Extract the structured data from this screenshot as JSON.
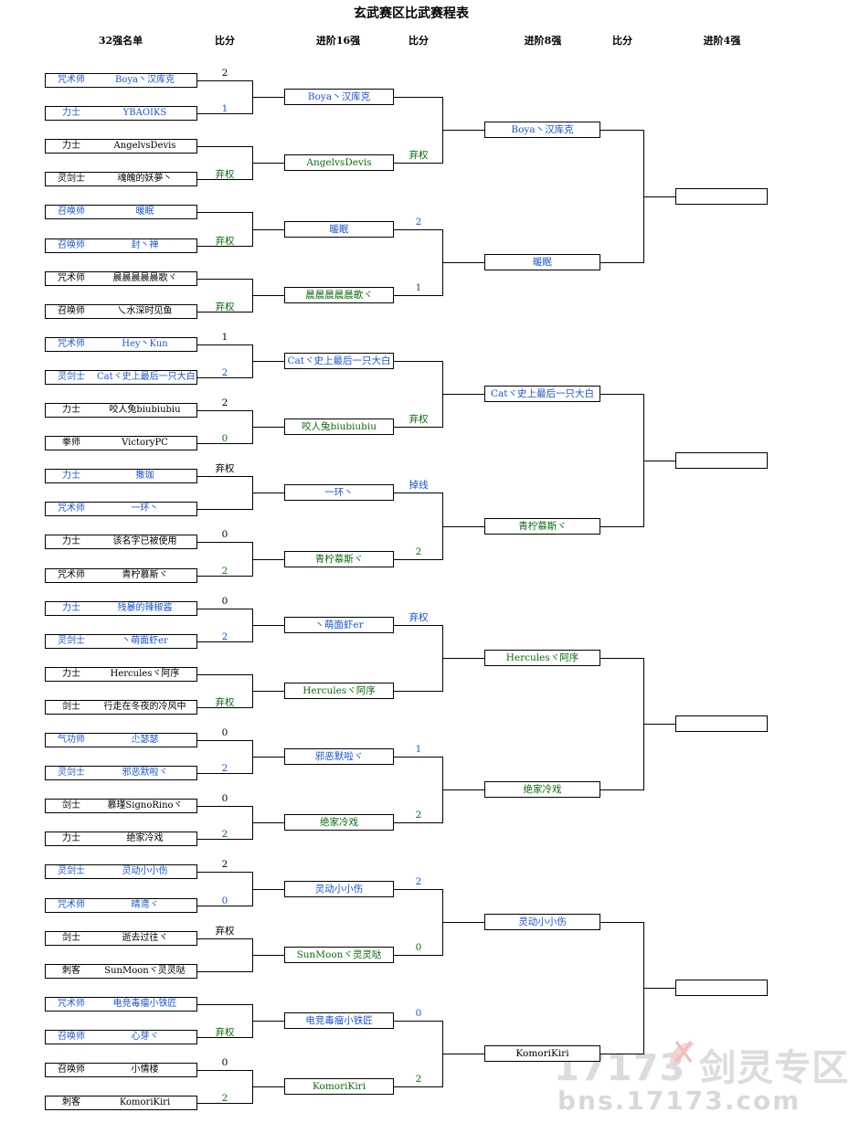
{
  "title": "玄武赛区比武赛程表",
  "headers": [
    "32强名单",
    "比分",
    "进阶16强",
    "比分",
    "进阶8强",
    "比分",
    "进阶4强"
  ],
  "players": [
    {
      "cls": "咒术师",
      "name": "Boya丶汉库克",
      "color": "b"
    },
    {
      "cls": "力士",
      "name": "YBAOIKS",
      "color": "b"
    },
    {
      "cls": "力士",
      "name": "AngelvsDevis",
      "color": "wb"
    },
    {
      "cls": "灵剑士",
      "name": "魂魄的妖夢丶",
      "color": "wb"
    },
    {
      "cls": "召唤师",
      "name": "暖眠",
      "color": "b"
    },
    {
      "cls": "召唤师",
      "name": "封丶禅",
      "color": "b"
    },
    {
      "cls": "咒术师",
      "name": "晨晨晨晨晨歌ヾ",
      "color": "wb"
    },
    {
      "cls": "召唤师",
      "name": "乀水深时见鱼",
      "color": "wb"
    },
    {
      "cls": "咒术师",
      "name": "Hey丶Kun",
      "color": "b"
    },
    {
      "cls": "灵剑士",
      "name": "Catヾ史上最后一只大白",
      "color": "b"
    },
    {
      "cls": "力士",
      "name": "咬人兔biubiubiu",
      "color": "wb"
    },
    {
      "cls": "拳师",
      "name": "VictoryPC",
      "color": "wb"
    },
    {
      "cls": "力士",
      "name": "撒珈",
      "color": "b"
    },
    {
      "cls": "咒术师",
      "name": "一环丶",
      "color": "b"
    },
    {
      "cls": "力士",
      "name": "该名字已被使用",
      "color": "wb"
    },
    {
      "cls": "咒术师",
      "name": "青柠慕斯ヾ",
      "color": "wb"
    },
    {
      "cls": "力士",
      "name": "残暴的辣椒酱",
      "color": "b"
    },
    {
      "cls": "灵剑士",
      "name": "丶萌面虾er",
      "color": "b"
    },
    {
      "cls": "力士",
      "name": "Herculesヾ阿序",
      "color": "wb"
    },
    {
      "cls": "剑士",
      "name": "行走在冬夜的冷风中",
      "color": "wb"
    },
    {
      "cls": "气功师",
      "name": "尐瑟瑟",
      "color": "b"
    },
    {
      "cls": "灵剑士",
      "name": "邪恶默啦ヾ",
      "color": "b"
    },
    {
      "cls": "剑士",
      "name": "慕瑾SignoRinoヾ",
      "color": "wb"
    },
    {
      "cls": "力士",
      "name": "绝家冷戏",
      "color": "wb"
    },
    {
      "cls": "灵剑士",
      "name": "灵动小小伤",
      "color": "b"
    },
    {
      "cls": "咒术师",
      "name": "晴鸢ヾ",
      "color": "b"
    },
    {
      "cls": "剑士",
      "name": "逝去过往ヾ",
      "color": "wb"
    },
    {
      "cls": "刺客",
      "name": "SunMoonヾ灵灵哒",
      "color": "wb"
    },
    {
      "cls": "咒术师",
      "name": "电竞毒瘤小铁匠",
      "color": "b"
    },
    {
      "cls": "召唤师",
      "name": "心芽ヾ",
      "color": "b"
    },
    {
      "cls": "召唤师",
      "name": "小情楼",
      "color": "wb"
    },
    {
      "cls": "刺客",
      "name": "KomoriKiri",
      "color": "wb"
    }
  ],
  "r32_scores": [
    {
      "top": "2",
      "bot": "1",
      "tc": "k",
      "bc": "b"
    },
    {
      "top": "",
      "bot": "弃权",
      "tc": "k",
      "bc": "g"
    },
    {
      "top": "",
      "bot": "弃权",
      "tc": "k",
      "bc": "g"
    },
    {
      "top": "",
      "bot": "弃权",
      "tc": "k",
      "bc": "g"
    },
    {
      "top": "1",
      "bot": "2",
      "tc": "k",
      "bc": "b"
    },
    {
      "top": "2",
      "bot": "0",
      "tc": "k",
      "bc": "g"
    },
    {
      "top": "弃权",
      "bot": "",
      "tc": "k",
      "bc": "g"
    },
    {
      "top": "0",
      "bot": "2",
      "tc": "k",
      "bc": "g"
    },
    {
      "top": "0",
      "bot": "2",
      "tc": "k",
      "bc": "b"
    },
    {
      "top": "",
      "bot": "弃权",
      "tc": "k",
      "bc": "g"
    },
    {
      "top": "0",
      "bot": "2",
      "tc": "k",
      "bc": "b"
    },
    {
      "top": "0",
      "bot": "2",
      "tc": "k",
      "bc": "g"
    },
    {
      "top": "2",
      "bot": "0",
      "tc": "k",
      "bc": "b"
    },
    {
      "top": "弃权",
      "bot": "",
      "tc": "k",
      "bc": "g"
    },
    {
      "top": "",
      "bot": "弃权",
      "tc": "k",
      "bc": "g"
    },
    {
      "top": "0",
      "bot": "2",
      "tc": "k",
      "bc": "g"
    }
  ],
  "r16": [
    {
      "name": "Boya丶汉库克",
      "color": "b"
    },
    {
      "name": "AngelvsDevis",
      "color": "g"
    },
    {
      "name": "暖眠",
      "color": "b"
    },
    {
      "name": "晨晨晨晨晨歌ヾ",
      "color": "g"
    },
    {
      "name": "Catヾ史上最后一只大白",
      "color": "b"
    },
    {
      "name": "咬人兔biubiubiu",
      "color": "g"
    },
    {
      "name": "一环丶",
      "color": "b"
    },
    {
      "name": "青柠慕斯ヾ",
      "color": "g"
    },
    {
      "name": "丶萌面虾er",
      "color": "b"
    },
    {
      "name": "Herculesヾ阿序",
      "color": "g"
    },
    {
      "name": "邪恶默啦ヾ",
      "color": "b"
    },
    {
      "name": "绝家冷戏",
      "color": "g"
    },
    {
      "name": "灵动小小伤",
      "color": "b"
    },
    {
      "name": "SunMoonヾ灵灵哒",
      "color": "g"
    },
    {
      "name": "电竞毒瘤小铁匠",
      "color": "b"
    },
    {
      "name": "KomoriKiri",
      "color": "g"
    }
  ],
  "r16_scores": [
    {
      "top": "",
      "bot": "弃权",
      "tc": "b",
      "bc": "g"
    },
    {
      "top": "2",
      "bot": "1",
      "tc": "b",
      "bc": "g"
    },
    {
      "top": "",
      "bot": "弃权",
      "tc": "b",
      "bc": "g"
    },
    {
      "top": "掉线",
      "bot": "2",
      "tc": "b",
      "bc": "g"
    },
    {
      "top": "弃权",
      "bot": "",
      "tc": "b",
      "bc": "g"
    },
    {
      "top": "1",
      "bot": "2",
      "tc": "b",
      "bc": "g"
    },
    {
      "top": "2",
      "bot": "0",
      "tc": "b",
      "bc": "g"
    },
    {
      "top": "0",
      "bot": "2",
      "tc": "b",
      "bc": "g"
    }
  ],
  "r8": [
    {
      "name": "Boya丶汉库克",
      "color": "b"
    },
    {
      "name": "暖眠",
      "color": "b"
    },
    {
      "name": "Catヾ史上最后一只大白",
      "color": "b"
    },
    {
      "name": "青柠慕斯ヾ",
      "color": "g"
    },
    {
      "name": "Herculesヾ阿序",
      "color": "g"
    },
    {
      "name": "绝家冷戏",
      "color": "g"
    },
    {
      "name": "灵动小小伤",
      "color": "b"
    },
    {
      "name": "KomoriKiri",
      "color": "k"
    }
  ],
  "r4": [
    {
      "name": ""
    },
    {
      "name": ""
    },
    {
      "name": ""
    },
    {
      "name": ""
    }
  ],
  "watermark": {
    "line1": "17173 剑灵专区",
    "line2": "bns.17173.com"
  }
}
